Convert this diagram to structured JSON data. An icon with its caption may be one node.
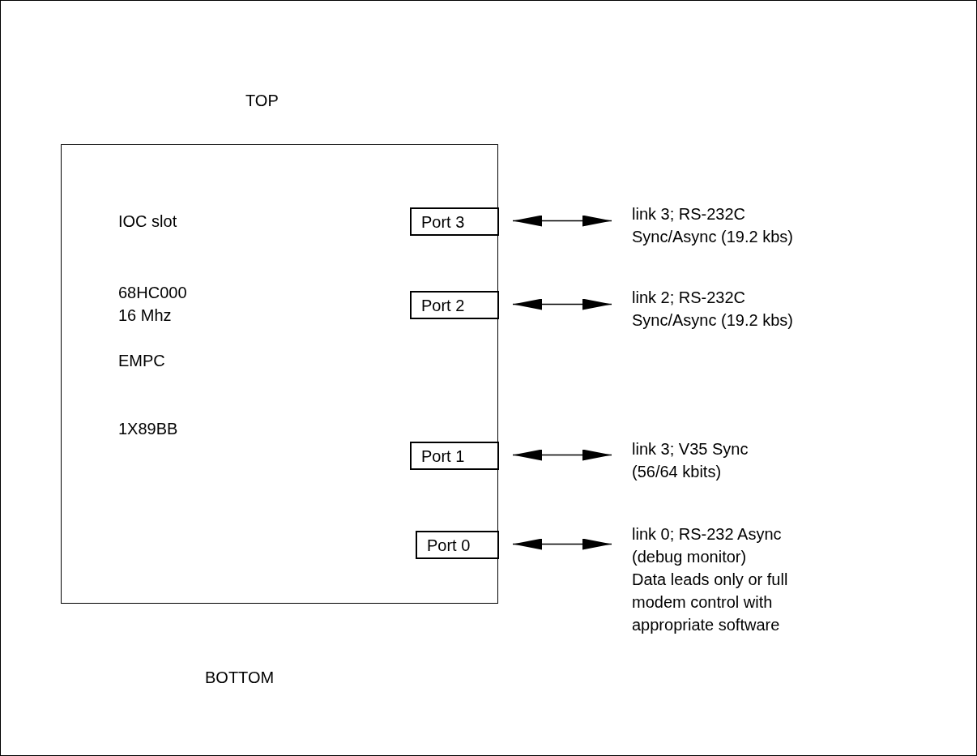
{
  "diagram": {
    "nodes": [
      {
        "text": [
          "IOC slot",
          "68HC000 16 Mhz",
          "EMPC",
          "1X89BB"
        ]
      },
      {
        "text": [
          "Port 3"
        ],
        "in": 0
      },
      {
        "text": [
          "link 3; RS-232C",
          "Sync/Async (19.2 kbs)"
        ]
      },
      {
        "text": [
          "Port 2"
        ],
        "in": 0
      },
      {
        "text": [
          "link 2; RS-232C",
          "Sync/Async (19.2 kbs)"
        ]
      },
      {
        "text": [
          "Port 1"
        ],
        "in": 0
      },
      {
        "text": [
          "link 3; V35 Sync",
          "(56/64 kbits)"
        ]
      },
      {
        "text": [
          "Port 0"
        ],
        "in": 0
      },
      {
        "text": [
          "link 0; RS-232 Async",
          "(debug monitor)",
          "Data leads only or full modem control with appropriate software"
        ]
      }
    ],
    "edges": [
      {
        "from": 1,
        "to": 2,
        "arrow": "both"
      },
      {
        "from": 3,
        "to": 4,
        "arrow": "both"
      },
      {
        "from": 5,
        "to": 6,
        "arrow": "both"
      },
      {
        "from": 7,
        "to": 8,
        "arrow": "both"
      }
    ],
    "labels": [
      "TOP",
      "BOTTOM"
    ]
  }
}
